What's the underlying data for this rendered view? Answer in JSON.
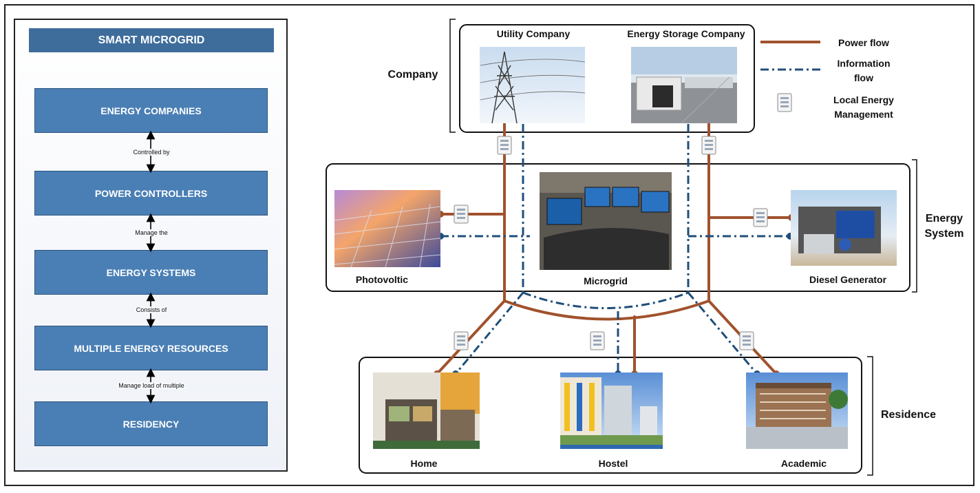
{
  "left_panel": {
    "title": "SMART MICROGRID",
    "boxes": [
      "ENERGY COMPANIES",
      "POWER CONTROLLERS",
      "ENERGY SYSTEMS",
      "MULTIPLE ENERGY RESOURCES",
      "RESIDENCY"
    ],
    "connectors": [
      "Controlled by",
      "Manage the",
      "Consists of",
      "Manage load of multiple"
    ]
  },
  "groups": {
    "company": "Company",
    "energy_system_line1": "Energy",
    "energy_system_line2": "System",
    "residence": "Residence"
  },
  "nodes": {
    "utility": "Utility Company",
    "storage": "Energy Storage Company",
    "photovoltic": "Photovoltic",
    "microgrid": "Microgrid",
    "diesel": "Diesel Generator",
    "home": "Home",
    "hostel": "Hostel",
    "academic": "Academic"
  },
  "legend": {
    "power": "Power flow",
    "info_line1": "Information",
    "info_line2": "flow",
    "lem_line1": "Local Energy",
    "lem_line2": "Management"
  },
  "colors": {
    "power": "#a0522d",
    "info": "#1f4e79",
    "box_fill": "#4a7fb5"
  }
}
